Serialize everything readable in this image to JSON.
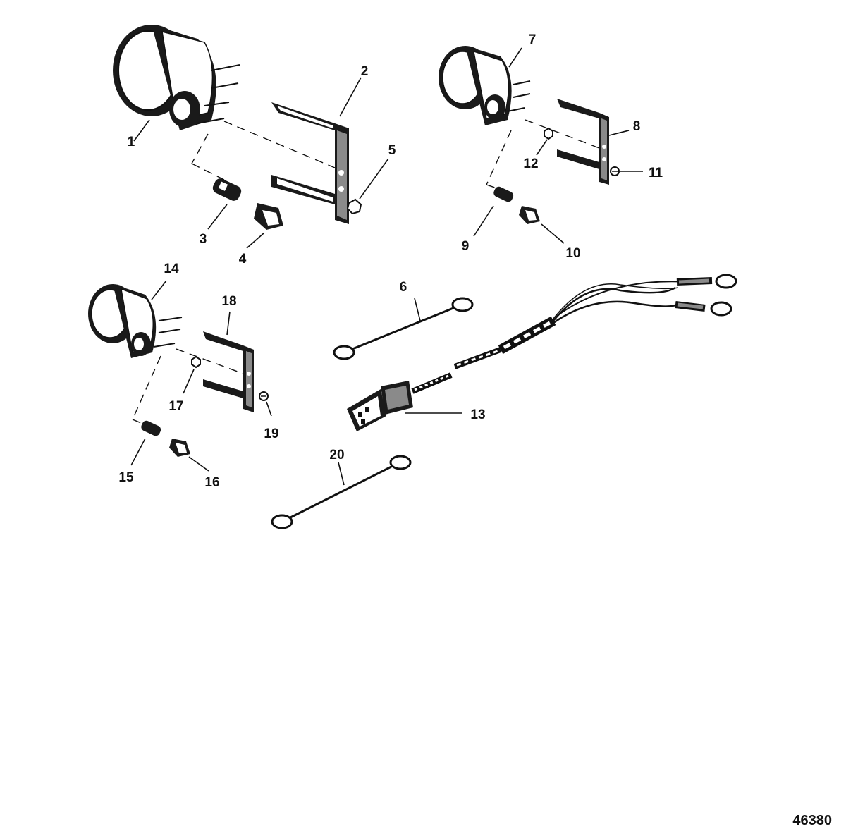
{
  "diagram": {
    "figure_number": "46380",
    "callouts": [
      "1",
      "2",
      "3",
      "4",
      "5",
      "6",
      "7",
      "8",
      "9",
      "10",
      "11",
      "12",
      "13",
      "14",
      "15",
      "16",
      "17",
      "18",
      "19",
      "20"
    ]
  },
  "colors": {
    "ink": "#111111",
    "paper": "#ffffff",
    "fill_dark": "#1a1a1a",
    "fill_mid": "#8a8a8a",
    "fill_light": "#ffffff"
  }
}
